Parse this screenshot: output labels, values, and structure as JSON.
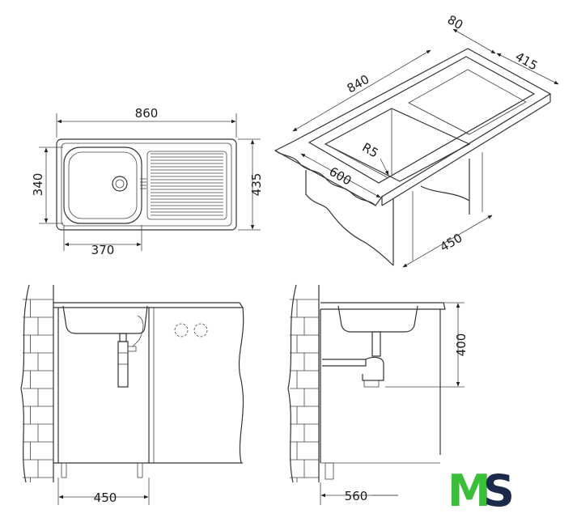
{
  "top_view": {
    "width_total": "860",
    "height_total": "435",
    "bowl_height": "340",
    "bowl_width": "370"
  },
  "iso_view": {
    "length": "840",
    "depth": "415",
    "drainer_offset": "80",
    "bowl_width": "600",
    "radius": "R5",
    "cabinet_depth": "450"
  },
  "front_view": {
    "cabinet_width": "450"
  },
  "side_view": {
    "depth": "400",
    "cabinet_depth": "560"
  },
  "logo": {
    "m": "M",
    "s": "S",
    "colors": {
      "m": "#3bbf3b",
      "s": "#1b2a4a"
    }
  }
}
